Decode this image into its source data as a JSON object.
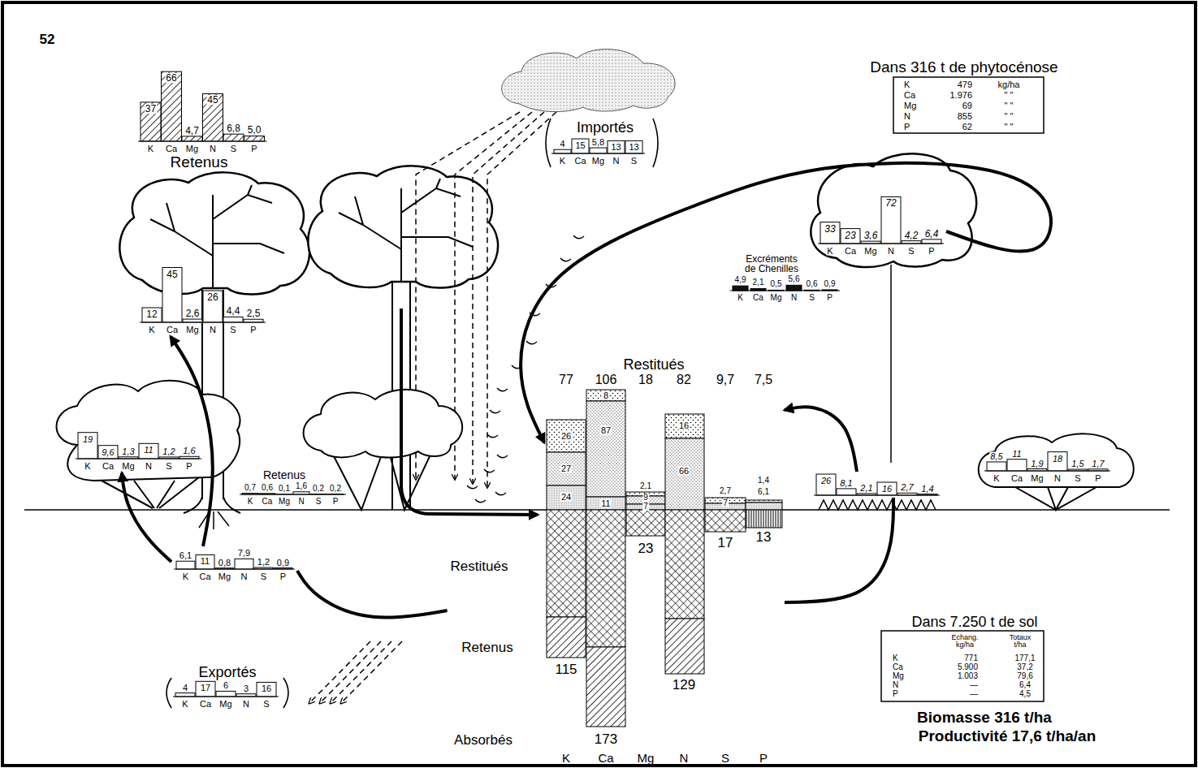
{
  "diagram": {
    "nodes": [
      {
        "text": [
          "37",
          "66",
          "4,7",
          "45",
          "6,8",
          "5,0",
          "K",
          "Ca",
          "Mg",
          "N",
          "S",
          "P",
          "Retenus"
        ]
      },
      {
        "text": [
          "Importés",
          "4",
          "15",
          "5,8",
          "13",
          "13",
          "K",
          "Ca",
          "Mg",
          "N",
          "S"
        ]
      },
      {
        "text": [
          "Dans 316 t de phytocénose",
          "K",
          "479",
          "kg/ha",
          "Ca",
          "1.976",
          "\" \"",
          "Mg",
          "69",
          "\" \"",
          "N",
          "855",
          "\" \"",
          "P",
          "62",
          "\" \""
        ]
      },
      {
        "text": [
          "12",
          "45",
          "2,6",
          "26",
          "4,4",
          "2,5",
          "K",
          "Ca",
          "Mg",
          "N",
          "S",
          "P"
        ]
      },
      {
        "text": [
          "33",
          "23",
          "3,6",
          "72",
          "4,2",
          "6,4",
          "K",
          "Ca",
          "Mg",
          "N",
          "S",
          "P"
        ]
      },
      {
        "text": [
          "Excréments de Chenilles",
          "4,9",
          "2,1",
          "0,5",
          "5,6",
          "0,6",
          "0,9",
          "K",
          "Ca",
          "Mg",
          "N",
          "S",
          "P"
        ]
      },
      {
        "text": [
          "Restitués",
          "77",
          "106",
          "18",
          "82",
          "9,7",
          "7,5",
          "26",
          "27",
          "24",
          "8",
          "87",
          "11",
          "2,1",
          "9",
          "7",
          "16",
          "66",
          "2,7",
          "7",
          "1,4",
          "6,1"
        ]
      },
      {
        "text": [
          "19",
          "9,6",
          "1,3",
          "11",
          "1,2",
          "1,6",
          "K",
          "Ca",
          "Mg",
          "N",
          "S",
          "P"
        ]
      },
      {
        "text": [
          "Retenus",
          "0,7",
          "0,6",
          "0,1",
          "1,6",
          "0,2",
          "0,2",
          "K",
          "Ca",
          "Mg",
          "N",
          "S",
          "P"
        ]
      },
      {
        "text": [
          "26",
          "8,1",
          "2,1",
          "16",
          "2,7",
          "1,4"
        ]
      },
      {
        "text": [
          "8,5",
          "11",
          "1,9",
          "18",
          "1,5",
          "1,7",
          "K",
          "Ca",
          "Mg",
          "N",
          "S",
          "P"
        ]
      },
      {
        "text": [
          "6,1",
          "11",
          "0,8",
          "7,9",
          "1,2",
          "0,9",
          "K",
          "Ca",
          "Mg",
          "N",
          "S",
          "P"
        ]
      },
      {
        "text": [
          "23",
          "17",
          "13",
          "Restitués",
          "Retenus",
          "115",
          "129",
          "Absorbés",
          "173",
          "K",
          "Ca",
          "Mg",
          "N",
          "S",
          "P"
        ]
      },
      {
        "text": [
          "Exportés",
          "4",
          "17",
          "6",
          "3",
          "16",
          "K",
          "Ca",
          "Mg",
          "N",
          "S"
        ]
      },
      {
        "text": [
          "Dans 7.250 t de sol",
          "Echang. kg/ha",
          "Totaux t/ha",
          "K",
          "771",
          "177,1",
          "Ca",
          "5.900",
          "37,2",
          "Mg",
          "1.003",
          "79,6",
          "N",
          "—",
          "6,4",
          "P",
          "—",
          "4,5"
        ]
      }
    ],
    "edges": [
      {
        "from": 11,
        "to": 7,
        "arrow": "to"
      },
      {
        "from": 11,
        "to": 3,
        "arrow": "to"
      },
      {
        "from": 12,
        "to": 11,
        "arrow": "none"
      },
      {
        "from": 12,
        "to": 9,
        "arrow": "none"
      },
      {
        "from": 9,
        "to": 6,
        "arrow": "to"
      },
      {
        "from": 4,
        "to": 6,
        "arrow": "to"
      }
    ],
    "labels": [
      "52",
      "Biomasse 316 t/ha",
      "Productivité 17,6 t/ha/an"
    ]
  }
}
